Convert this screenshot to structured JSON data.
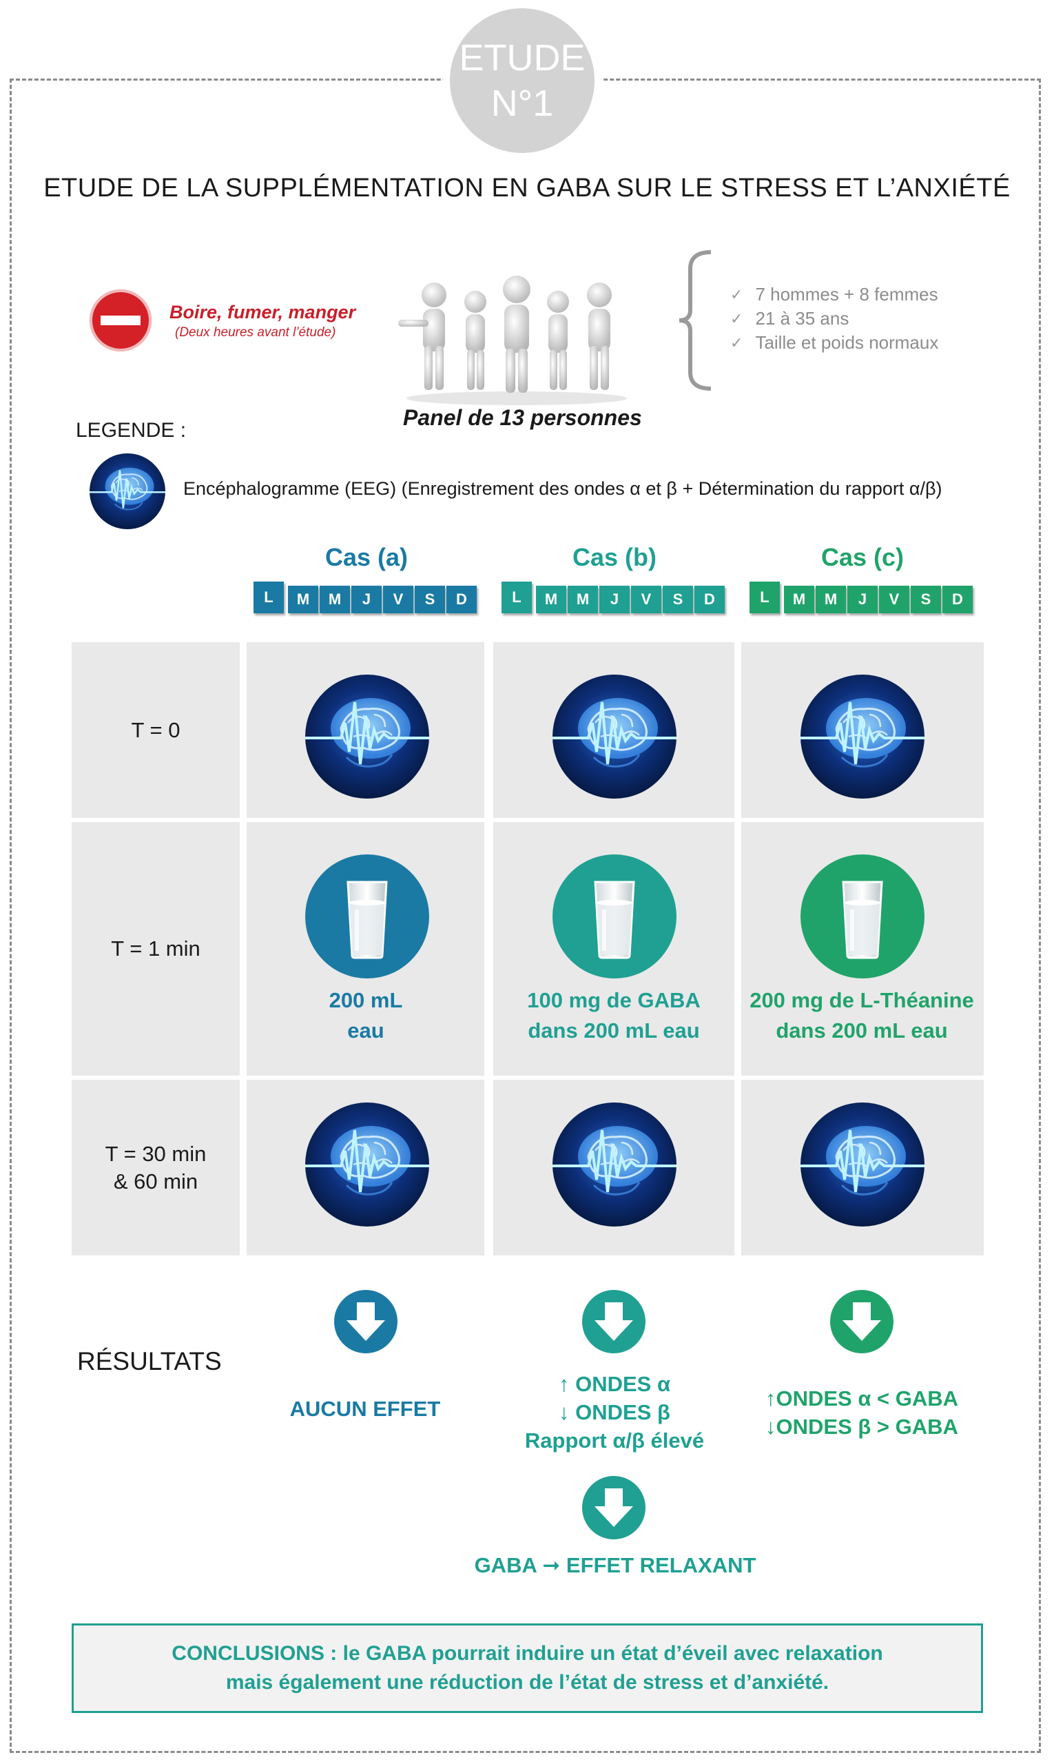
{
  "badge": {
    "line1": "ETUDE",
    "line2": "N°1"
  },
  "title": "ETUDE DE LA SUPPLÉMENTATION EN GABA SUR LE STRESS ET L’ANXIÉTÉ",
  "prohibition": {
    "text": "Boire, fumer, manger",
    "sub": "(Deux heures avant l’étude)"
  },
  "panel": {
    "label": "Panel de 13 personnes",
    "criteria": [
      "7 hommes + 8 femmes",
      "21 à 35 ans",
      "Taille et poids normaux"
    ]
  },
  "legend": {
    "title": "LEGENDE :",
    "eeg": "Encéphalogramme (EEG) (Enregistrement des ondes α et β + Détermination du rapport α/β)"
  },
  "colors": {
    "cas_a": "#1a7aa4",
    "cas_b": "#1fa092",
    "cas_c": "#20a36a",
    "cell_bg": "#e9e9e9"
  },
  "days": [
    "L",
    "M",
    "M",
    "J",
    "V",
    "S",
    "D"
  ],
  "cases": [
    {
      "title": "Cas (a)",
      "dose_line1": "200 mL",
      "dose_line2": "eau",
      "result": [
        "AUCUN EFFET"
      ]
    },
    {
      "title": "Cas (b)",
      "dose_line1": "100 mg de GABA",
      "dose_line2": "dans 200 mL eau",
      "result": [
        "↑ ONDES α",
        "↓ ONDES β",
        "Rapport α/β élevé"
      ]
    },
    {
      "title": "Cas (c)",
      "dose_line1": "200 mg de L-Théanine",
      "dose_line2": "dans 200 mL eau",
      "result": [
        "↑ONDES α < GABA",
        "↓ONDES β > GABA"
      ]
    }
  ],
  "rows": {
    "t0": "T = 0",
    "t1": "T = 1 min",
    "t30a": "T = 30 min",
    "t30b": "& 60 min"
  },
  "results_label": "RÉSULTATS",
  "final": "GABA ➞ EFFET RELAXANT",
  "conclusion": {
    "line1": "CONCLUSIONS : le GABA pourrait induire un état d’éveil avec relaxation",
    "line2": "mais également une réduction de l’état de stress et d’anxiété."
  }
}
